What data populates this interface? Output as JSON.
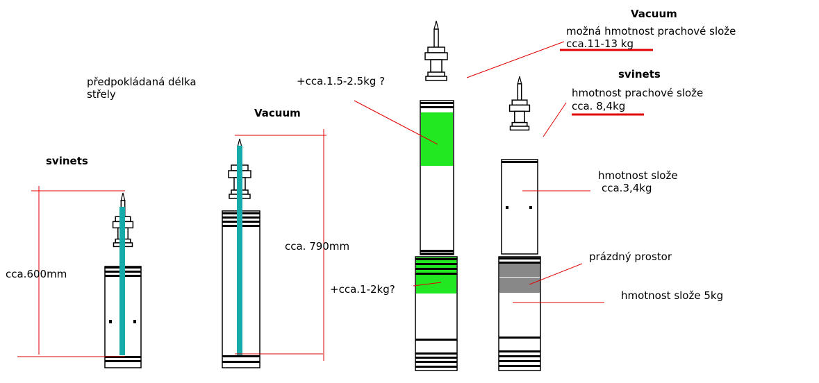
{
  "colors": {
    "teal": "#16AAAA",
    "green": "#22E822",
    "red": "#E00000",
    "gray": "#888888",
    "outline": "#000000"
  },
  "labels": {
    "predpokladana": [
      "předpokládaná délka",
      "střely"
    ],
    "svinets_left": "svinets",
    "cca600": "cca.600mm",
    "vacuum_mid": "Vacuum",
    "cca790": "cca. 790mm",
    "plus_15_25": "+cca.1.5-2.5kg ?",
    "plus_1_2": "+cca.1-2kg?",
    "vacuum_top": "Vacuum",
    "mozna_line1": "možná hmotnost prachové slože",
    "mozna_line2": "cca.11-13 kg",
    "svinets_right": "svinets",
    "hmotnost_prach_line1": "hmotnost prachové slože",
    "hmotnost_prach_line2": "cca. 8,4kg",
    "hmotnost_sloze_line1": "hmotnost slože",
    "hmotnost_sloze_line2": "cca.3,4kg",
    "prazdny": "prázdný prostor",
    "hmotnost_5kg": "hmotnost slože 5kg"
  }
}
